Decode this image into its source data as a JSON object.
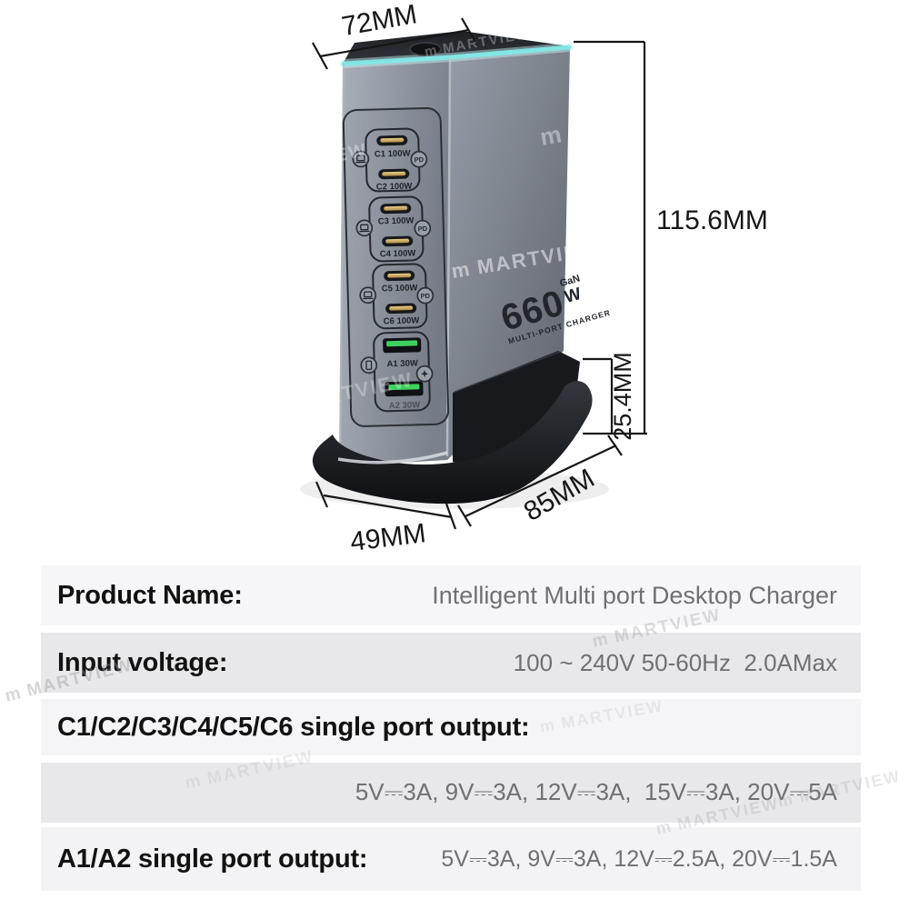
{
  "branding": {
    "watermark_logo": "m",
    "watermark_text": "MARTVIEW"
  },
  "device": {
    "brand": {
      "wattage": "660",
      "gan": "GaN",
      "watt_unit": "W",
      "tagline": "MULTI-PORT CHARGER"
    },
    "pd_badge": "PD",
    "ports": [
      {
        "label": "C1 100W"
      },
      {
        "label": "C2 100W"
      },
      {
        "label": "C3 100W"
      },
      {
        "label": "C4 100W"
      },
      {
        "label": "C5 100W"
      },
      {
        "label": "C6 100W"
      },
      {
        "label": "A1 30W"
      },
      {
        "label": "A2 30W"
      }
    ]
  },
  "dimensions": {
    "top_width": "72MM",
    "height": "115.6MM",
    "base_height": "25.4MM",
    "depth": "85MM",
    "front_width": "49MM"
  },
  "spec_table": {
    "rows": [
      {
        "label": "Product Name:",
        "value": "Intelligent Multi port Desktop Charger"
      },
      {
        "label": "Input voltage:",
        "value": "100 ~ 240V 50-60Hz  2.0AMax"
      },
      {
        "label": "C1/C2/C3/C4/C5/C6 single port output:",
        "value": ""
      },
      {
        "label": "",
        "value": "5V⎓3A, 9V⎓3A, 12V⎓3A,  15V⎓3A, 20V⎓5A"
      },
      {
        "label": "A1/A2 single port output:",
        "value": "5V⎓3A, 9V⎓3A, 12V⎓2.5A, 20V⎓1.5A"
      }
    ]
  }
}
